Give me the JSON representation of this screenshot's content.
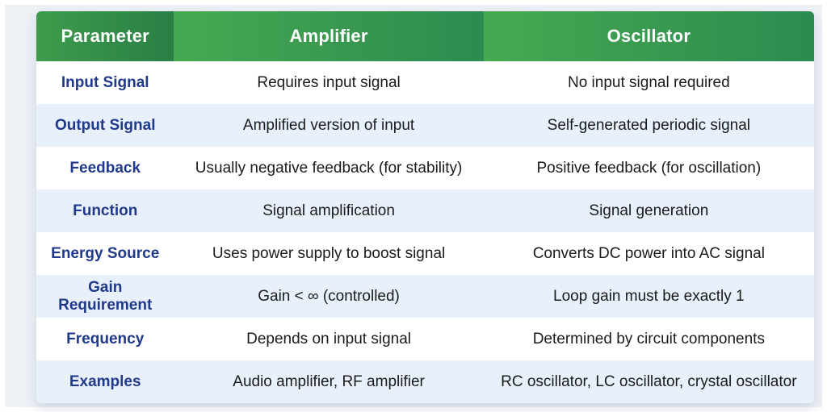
{
  "table": {
    "headers": {
      "parameter": "Parameter",
      "amplifier": "Amplifier",
      "oscillator": "Oscillator"
    },
    "rows": [
      {
        "parameter": "Input Signal",
        "amplifier": "Requires input signal",
        "oscillator": "No input signal required"
      },
      {
        "parameter": "Output Signal",
        "amplifier": "Amplified version of input",
        "oscillator": "Self-generated periodic signal"
      },
      {
        "parameter": "Feedback",
        "amplifier": "Usually negative feedback (for stability)",
        "oscillator": "Positive feedback (for oscillation)"
      },
      {
        "parameter": "Function",
        "amplifier": "Signal amplification",
        "oscillator": "Signal generation"
      },
      {
        "parameter": "Energy Source",
        "amplifier": "Uses power supply to boost signal",
        "oscillator": "Converts DC power into AC signal"
      },
      {
        "parameter": "Gain Requirement",
        "amplifier": "Gain < ∞ (controlled)",
        "oscillator": "Loop gain must be exactly 1"
      },
      {
        "parameter": "Frequency",
        "amplifier": "Depends on input signal",
        "oscillator": "Determined by circuit components"
      },
      {
        "parameter": "Examples",
        "amplifier": "Audio amplifier, RF amplifier",
        "oscillator": "RC oscillator, LC oscillator, crystal oscillator"
      }
    ]
  },
  "colors": {
    "header_green_light": "#46a951",
    "header_green_dark": "#2d8a50",
    "parameter_label_blue": "#21398b",
    "row_alternate_blue": "#e7f0fb",
    "page_background": "#eef2f7",
    "body_text": "#1b1b1b"
  }
}
